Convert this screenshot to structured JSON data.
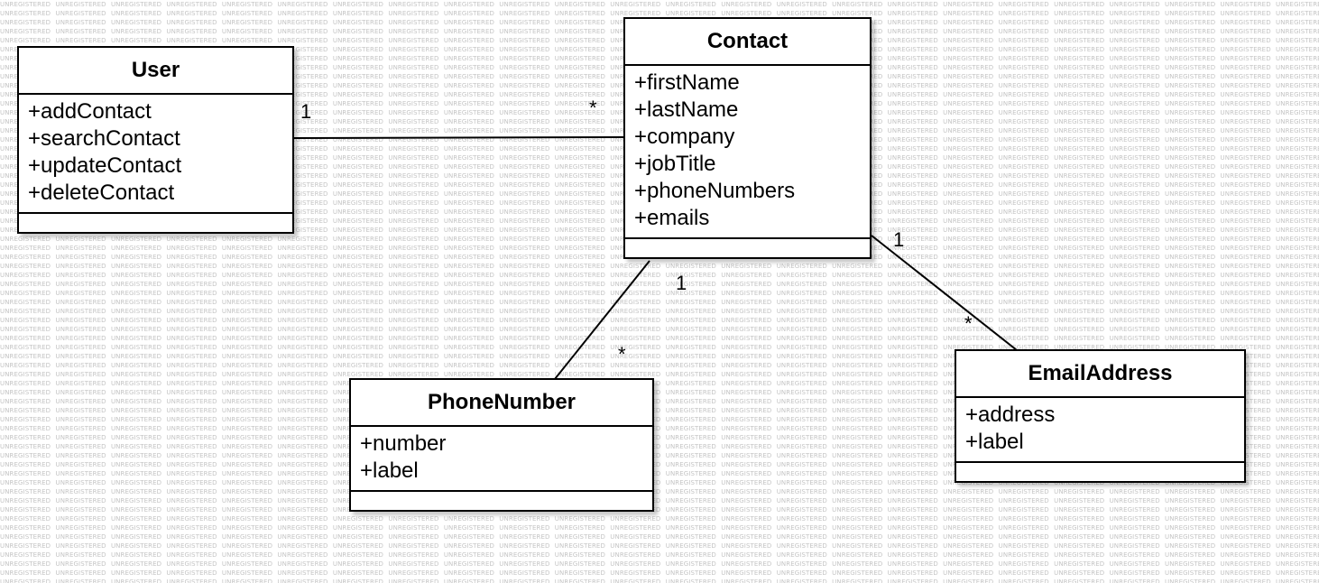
{
  "watermark": "UNREGISTERED",
  "classes": {
    "user": {
      "name": "User",
      "members": [
        "+addContact",
        "+searchContact",
        "+updateContact",
        "+deleteContact"
      ]
    },
    "contact": {
      "name": "Contact",
      "members": [
        "+firstName",
        "+lastName",
        "+company",
        "+jobTitle",
        "+phoneNumbers",
        "+emails"
      ]
    },
    "phone_number": {
      "name": "PhoneNumber",
      "members": [
        "+number",
        "+label"
      ]
    },
    "email_address": {
      "name": "EmailAddress",
      "members": [
        "+address",
        "+label"
      ]
    }
  },
  "associations": {
    "user_contact": {
      "source": "User",
      "target": "Contact",
      "source_multiplicity": "1",
      "target_multiplicity": "*"
    },
    "contact_phone": {
      "source": "Contact",
      "target": "PhoneNumber",
      "source_multiplicity": "1",
      "target_multiplicity": "*"
    },
    "contact_email": {
      "source": "Contact",
      "target": "EmailAddress",
      "source_multiplicity": "1",
      "target_multiplicity": "*"
    }
  }
}
